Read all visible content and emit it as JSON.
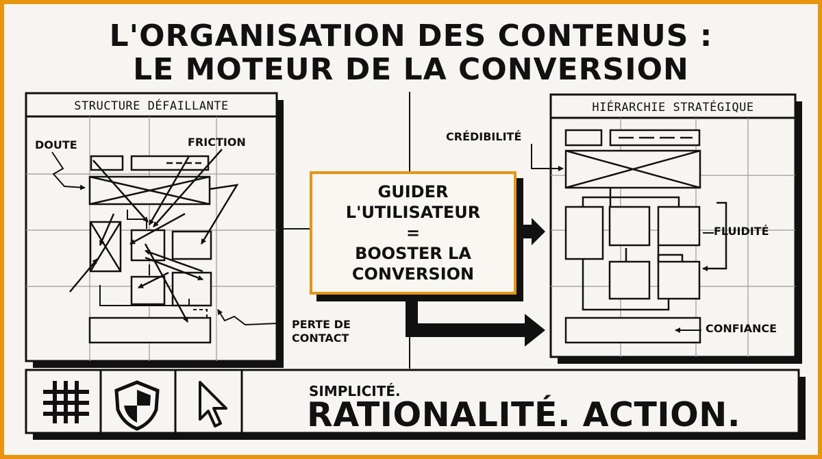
{
  "title": {
    "line1": "L'ORGANISATION DES CONTENUS :",
    "line2": "LE MOTEUR DE LA CONVERSION"
  },
  "left_panel": {
    "header": "STRUCTURE DÉFAILLANTE",
    "labels": {
      "doubt": "DOUTE",
      "friction": "FRICTION",
      "lost_contact_1": "PERTE DE",
      "lost_contact_2": "CONTACT"
    }
  },
  "center_box": {
    "line1": "GUIDER",
    "line2": "L'UTILISATEUR",
    "line3": "=",
    "line4": "BOOSTER LA",
    "line5": "CONVERSION",
    "border_color": "#e8940c"
  },
  "right_panel": {
    "header": "HIÉRARCHIE STRATÉGIQUE",
    "labels": {
      "credibility": "CRÉDIBILITÉ",
      "fluidity": "FLUIDITÉ",
      "trust": "CONFIANCE"
    }
  },
  "footer": {
    "icons": [
      "grid-hash-icon",
      "shield-icon",
      "cursor-arrow-icon"
    ],
    "tagline_small": "SIMPLICITÉ.",
    "tagline_big": "RATIONALITÉ. ACTION."
  },
  "colors": {
    "accent": "#e8940c",
    "ink": "#111111",
    "paper": "#f6f5f1"
  }
}
